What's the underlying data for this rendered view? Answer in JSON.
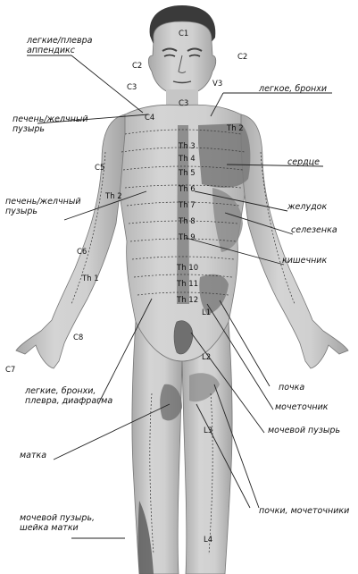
{
  "labels": {
    "lungs_pleura_appendix": [
      "легкие/плевра",
      "аппендикс"
    ],
    "lung_bronchi": "легкое, бронхи",
    "liver_gallbladder_upper": [
      "печень/желчный",
      "пузырь"
    ],
    "liver_gallbladder_lower": [
      "печень/желчный",
      "пузырь"
    ],
    "heart": "сердце",
    "stomach": "желудок",
    "spleen": "селезенка",
    "intestine": "кишечник",
    "kidney": "почка",
    "ureter": "мочеточник",
    "bladder": "мочевой пузырь",
    "lungs_bronchi_pleura_diaphragm": [
      "легкие, бронхи,",
      "плевра, диафрагма"
    ],
    "uterus": "матка",
    "kidneys_ureters": "почки, мочеточники",
    "bladder_cervix": [
      "мочевой пузырь,",
      "шейка матки"
    ]
  },
  "segments": {
    "C1": "C1",
    "C2_left": "C2",
    "C2_right": "C2",
    "C3": "C3",
    "C3b": "C3",
    "V3": "V3",
    "C4": "C4",
    "C5": "C5",
    "C6": "C6",
    "C7": "C7",
    "C8": "C8",
    "Th1": "Th 1",
    "Th2_right": "Th 2",
    "Th2_left": "Th 2",
    "Th3": "Th 3",
    "Th4": "Th 4",
    "Th5": "Th 5",
    "Th6": "Th 6",
    "Th7": "Th 7",
    "Th8": "Th 8",
    "Th9": "Th 9",
    "Th10": "Th 10",
    "Th11": "Th 11",
    "Th12": "Th 12",
    "L1": "L1",
    "L2": "L2",
    "L3": "L3",
    "L4": "L4"
  }
}
